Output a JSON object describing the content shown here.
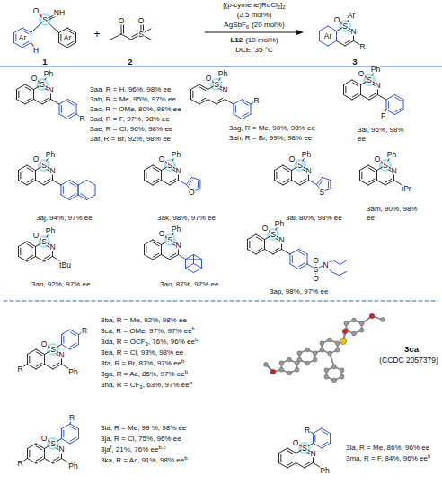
{
  "diagram": {
    "labels": [
      "1",
      "+",
      "2",
      "[(p-cymene)RuCl",
      "2",
      "]",
      "2",
      "(2.5 mol%)",
      "AgSbF",
      "6",
      "(20 mol%)",
      "L12",
      "(10 mol%)",
      "DCE, 35 °C",
      "3",
      "O",
      "S",
      "NH",
      "Ar",
      "Ar",
      "H",
      "O",
      "S",
      "O",
      "O",
      "S",
      "Ar",
      "Ar",
      "N",
      "R",
      "O",
      "S",
      "Ph",
      "N",
      "R",
      "3aa, R = H, 96%, 98% ee",
      "3ab, R = Me, 95%, 97% ee",
      "3ac, R = OMe, 80%, 98% ee",
      "3ad, R = F, 97%, 98% ee",
      "3ae, R = Cl, 96%, 98% ee",
      "3af, R = Br, 92%, 98% ee",
      "O",
      "S",
      "Ph",
      "N",
      "R",
      "3ag, R = Me, 90%, 98% ee",
      "3ah, R = Br, 99%, 98% ee",
      "O",
      "S",
      "Ph",
      "N",
      "F",
      "3ai, 96%, 98% ee",
      "O",
      "S",
      "Ph",
      "N",
      "3aj, 94%, 97% ee",
      "O",
      "S",
      "Ph",
      "N",
      "O",
      "3ak, 98%, 97% ee",
      "O",
      "S",
      "Ph",
      "N",
      "S",
      "3al, 80%, 98% ee",
      "O",
      "S",
      "Ph",
      "N",
      "iPr",
      "3am, 90%, 98% ee",
      "O",
      "S",
      "Ph",
      "N",
      "tBu",
      "3an, 92%, 97% ee",
      "O",
      "S",
      "Ph",
      "N",
      "3ao, 87%, 97% ee",
      "O",
      "S",
      "Ph",
      "N",
      "S",
      "O",
      "O",
      "N",
      "3ap, 98%, 97% ee",
      "R",
      "O",
      "S",
      "N",
      "Ph",
      "R",
      "3ba, R = Me, 92%, 98% ee",
      "3ca, R = OMe, 97%, 97% ee",
      "b",
      "3da, R = OCF",
      "3",
      ", 76%, 96% ee",
      "b",
      "3ea, R = Cl, 93%, 98% ee",
      "3fa, R = Br, 87%, 97% ee",
      "b",
      "3ga, R = Ac, 85%, 97% ee",
      "b",
      "3ha, R = CF",
      "3",
      ", 63%, 97% ee",
      "b",
      "3ca",
      "(CCDC 2057379)",
      "R",
      "O",
      "S",
      "N",
      "Ph",
      "R",
      "3ia, R = Me, 99 %, 98% ee",
      "3ja, R = Cl, 75%, 96% ee",
      "3ja",
      "f",
      ", 21%, 76% ee",
      "b,c",
      "3ka, R = Ac, 91%, 98% ee",
      "b",
      "R",
      "O",
      "S",
      "N",
      "Ph",
      "3la, R = Me, 86%, 96% ee",
      "3ma, R = F, 84%, 96% ee",
      "b"
    ]
  }
}
